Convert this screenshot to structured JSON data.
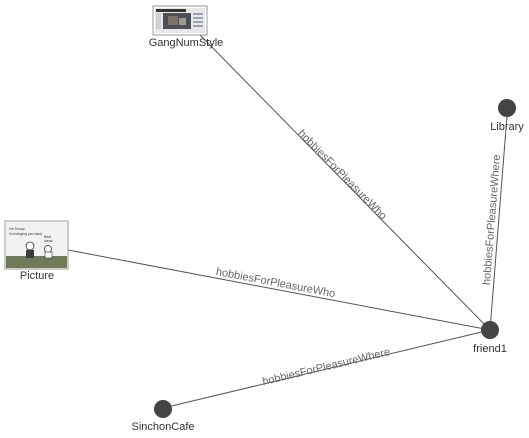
{
  "nodes": {
    "gangnam": {
      "label": "GangNumStyle",
      "kind": "image",
      "image": "video-screenshot-thumbnail"
    },
    "picture": {
      "label": "Picture",
      "kind": "image",
      "image": "cartoon-comic-thumbnail",
      "caption_lines": [
        "Ha Snoop",
        "I'm bringing you back",
        "Best",
        "ideas"
      ]
    },
    "library": {
      "label": "Library",
      "kind": "circle"
    },
    "friend1": {
      "label": "friend1",
      "kind": "circle"
    },
    "sinchon": {
      "label": "SinchonCafe",
      "kind": "circle"
    }
  },
  "edges": [
    {
      "label": "hobbiesForPleasureWho",
      "from": "gangnam",
      "to": "friend1"
    },
    {
      "label": "hobbiesForPleasureWho",
      "from": "picture",
      "to": "friend1"
    },
    {
      "label": "hobbiesForPleasureWhere",
      "from": "library",
      "to": "friend1"
    },
    {
      "label": "hobbiesForPleasureWhere",
      "from": "sinchon",
      "to": "friend1"
    }
  ],
  "colors": {
    "node": "#444444",
    "edge": "#555555",
    "edge_label": "#666666",
    "node_label": "#333333"
  }
}
